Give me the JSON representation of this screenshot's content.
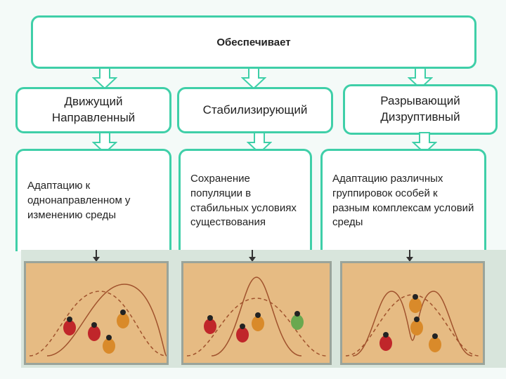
{
  "top": {
    "label": "Обеспечивает"
  },
  "types": [
    {
      "line1": "Движущий",
      "line2": "Направленный"
    },
    {
      "line1": "Стабилизирующий",
      "line2": ""
    },
    {
      "line1": "Разрывающий",
      "line2": "Дизруптивный"
    }
  ],
  "descriptions": [
    {
      "text": "Адаптацию к однонаправленном у изменению среды"
    },
    {
      "text": "Сохранение популяции в стабильных условиях существования"
    },
    {
      "text": "Адаптацию различных группировок особей к разным комплексам условий среды"
    }
  ],
  "colors": {
    "border": "#3fcfa8",
    "panel": "#e6bb83",
    "curve": "#a0522d",
    "red_bug": "#c0262a",
    "orange_bug": "#d98a2a",
    "green_bug": "#6aa84f"
  }
}
